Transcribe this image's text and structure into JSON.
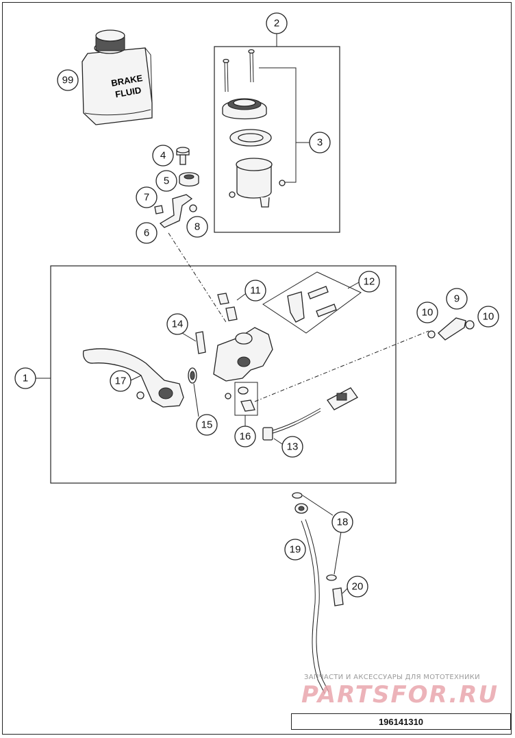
{
  "diagram": {
    "callouts": [
      "1",
      "2",
      "3",
      "4",
      "5",
      "6",
      "7",
      "8",
      "9",
      "10",
      "10",
      "11",
      "12",
      "13",
      "14",
      "15",
      "16",
      "17",
      "18",
      "19",
      "20",
      "99"
    ],
    "bottle_label": [
      "BRAKE",
      "FLUID"
    ],
    "document_number": "196141310"
  },
  "watermark": {
    "tagline": "ЗАПЧАСТИ И АКСЕССУАРЫ ДЛЯ МОТОТЕХНИКИ",
    "brand": "PARTSFOR.RU"
  }
}
